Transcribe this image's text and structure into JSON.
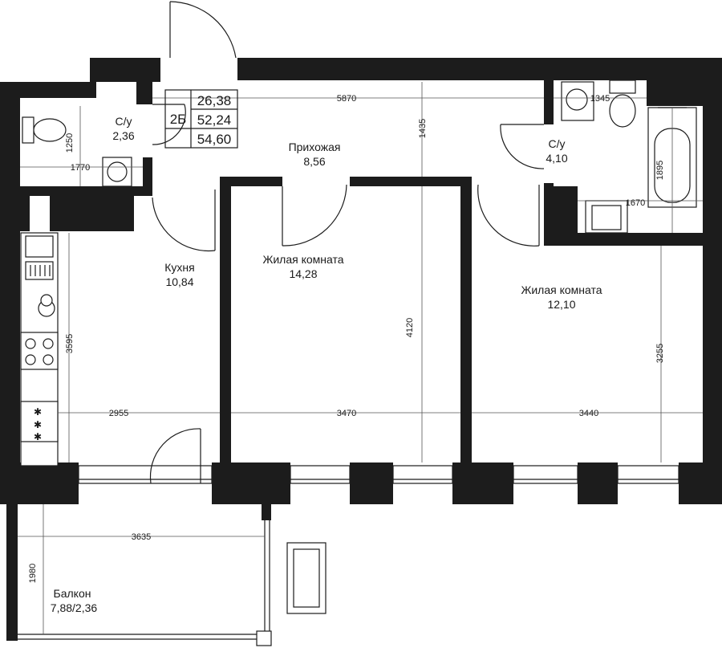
{
  "unit": {
    "type_label": "2Б",
    "living_area": "26,38",
    "total_area_no_balcony": "52,24",
    "total_area": "54,60"
  },
  "rooms": [
    {
      "id": "bathroom-left",
      "name": "С/у",
      "area": "2,36"
    },
    {
      "id": "hallway",
      "name": "Прихожая",
      "area": "8,56"
    },
    {
      "id": "bathroom-right",
      "name": "С/у",
      "area": "4,10"
    },
    {
      "id": "kitchen",
      "name": "Кухня",
      "area": "10,84"
    },
    {
      "id": "living-1",
      "name": "Жилая комната",
      "area": "14,28"
    },
    {
      "id": "living-2",
      "name": "Жилая комната",
      "area": "12,10"
    },
    {
      "id": "balcony",
      "name": "Балкон",
      "area": "7,88/2,36"
    }
  ],
  "dimensions": {
    "hall_width": "5870",
    "hall_depth": "1435",
    "wc_left_height": "1250",
    "wc_left_width": "1770",
    "wc_right_width": "1345",
    "bath_length": "1895",
    "wc_right_lower_width": "1670",
    "kitchen_depth": "3595",
    "kitchen_width": "2955",
    "living1_depth": "4120",
    "living1_width": "3470",
    "living2_depth": "3255",
    "living2_width": "3440",
    "balcony_width": "3635",
    "balcony_depth": "1980"
  }
}
